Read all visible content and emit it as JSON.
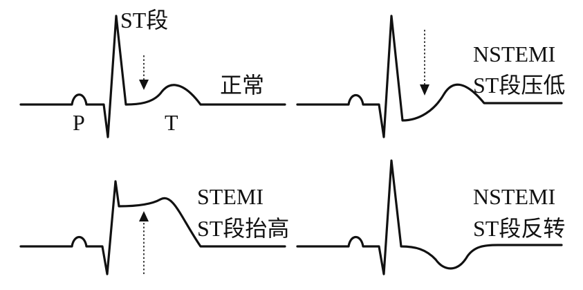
{
  "panels": {
    "normal": {
      "st_label": "ST段",
      "status": "正常",
      "p_wave": "P",
      "t_wave": "T"
    },
    "nstemi_depression": {
      "line1": "NSTEMI",
      "line2": "ST段压低"
    },
    "stemi_elevation": {
      "line1": "STEMI",
      "line2": "ST段抬高"
    },
    "nstemi_inversion": {
      "line1": "NSTEMI",
      "line2": "ST段反转"
    }
  },
  "colors": {
    "trace": "#111111",
    "background": "#ffffff"
  }
}
